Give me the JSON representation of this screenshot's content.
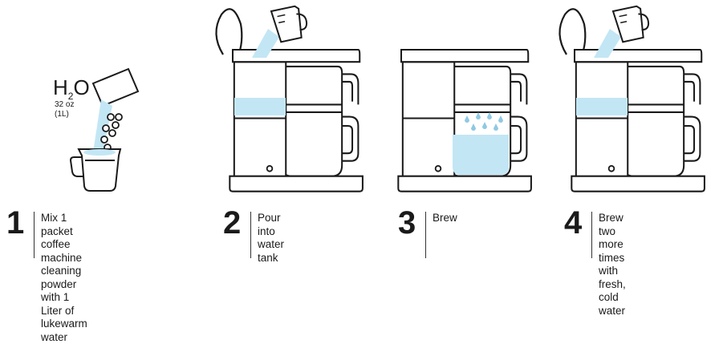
{
  "colors": {
    "water": "#c3e6f5",
    "line": "#1a1a1a",
    "background": "#ffffff"
  },
  "step1": {
    "h2o": {
      "H": "H",
      "sub": "2",
      "O": "O",
      "amount": "32 oz",
      "amount_metric": "(1L)"
    },
    "number": "1",
    "lines": [
      "Mix 1 packet coffee",
      "machine cleaning powder",
      "with 1 Liter of lukewarm",
      "water"
    ]
  },
  "step2": {
    "number": "2",
    "lines": [
      "Pour into",
      "water tank"
    ]
  },
  "step3": {
    "number": "3",
    "lines": [
      "Brew"
    ]
  },
  "step4": {
    "number": "4",
    "lines": [
      "Brew two more times",
      "with fresh, cold water"
    ]
  }
}
